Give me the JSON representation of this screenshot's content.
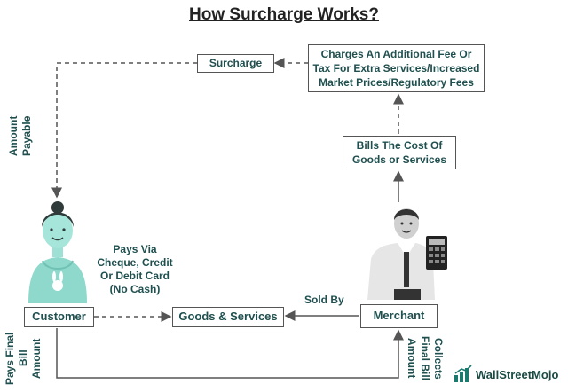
{
  "title": "How Surcharge Works?",
  "boxes": {
    "surcharge": "Surcharge",
    "charges": [
      "Charges An Additional Fee Or",
      "Tax For Extra Services/Increased",
      "Market Prices/Regulatory Fees"
    ],
    "bills": [
      "Bills The Cost Of",
      "Goods or Services"
    ],
    "customer": "Customer",
    "goods": "Goods & Services",
    "merchant": "Merchant"
  },
  "labels": {
    "amount_payable": [
      "Amount",
      "Payable"
    ],
    "pays_via": [
      "Pays Via",
      "Cheque, Credit",
      "Or Debit Card",
      "(No Cash)"
    ],
    "sold_by": "Sold By",
    "pays_final": [
      "Pays Final",
      "Bill",
      "Amount"
    ],
    "collects": [
      "Collects",
      "Final Bill",
      "Amount"
    ]
  },
  "logo": {
    "text": "WallStreetMojo"
  },
  "colors": {
    "text": "#1f4f4f",
    "line": "#555555",
    "figure": "#8fd9cc",
    "logo": "#1a7a6e"
  }
}
